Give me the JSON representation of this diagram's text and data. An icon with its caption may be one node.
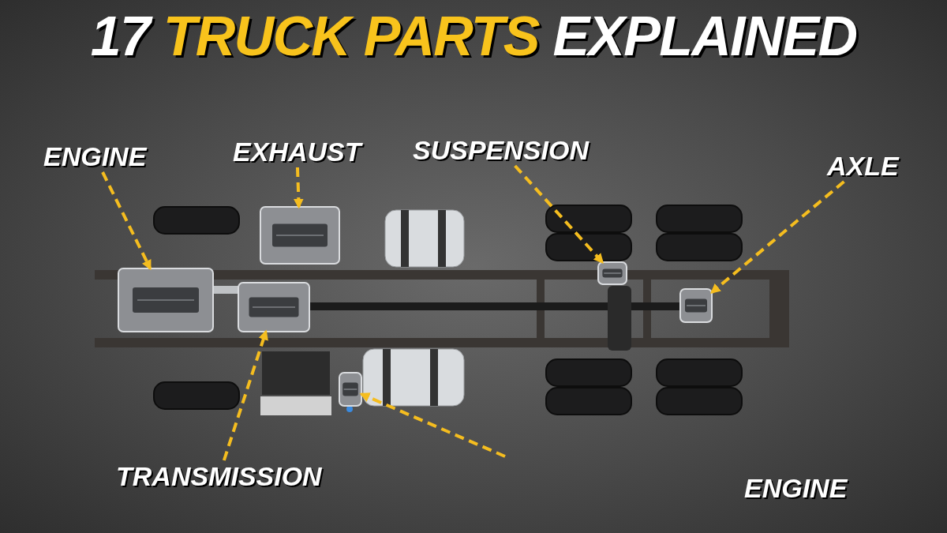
{
  "diagram": {
    "title": "17 **TRUCK PARTS** EXPLAINED",
    "nodes": [
      {
        "text": [
          "ENGINE"
        ]
      },
      {
        "text": [],
        "shape": "picture"
      },
      {
        "text": [
          "EXHAUST"
        ]
      },
      {
        "text": [],
        "shape": "picture"
      },
      {
        "text": [
          "SUSPENSION"
        ]
      },
      {
        "text": [],
        "shape": "picture"
      },
      {
        "text": [
          "AXLE"
        ]
      },
      {
        "text": [],
        "shape": "picture"
      },
      {
        "text": [
          "TRANSMISSION"
        ]
      },
      {
        "text": [],
        "shape": "picture"
      },
      {
        "text": [],
        "shape": "picture"
      },
      {
        "text": [
          "ENGINE"
        ]
      }
    ],
    "edges": [
      {
        "from": 0,
        "to": 1,
        "arrow": "to",
        "style": "dashed"
      },
      {
        "from": 2,
        "to": 3,
        "arrow": "to",
        "style": "dashed"
      },
      {
        "from": 4,
        "to": 5,
        "arrow": "to",
        "style": "dashed"
      },
      {
        "from": 6,
        "to": 7,
        "arrow": "to",
        "style": "dashed"
      },
      {
        "from": 8,
        "to": 9,
        "arrow": "to",
        "style": "dashed"
      },
      {
        "from": null,
        "to": 10,
        "arrow": "to",
        "style": "dashed"
      }
    ]
  }
}
